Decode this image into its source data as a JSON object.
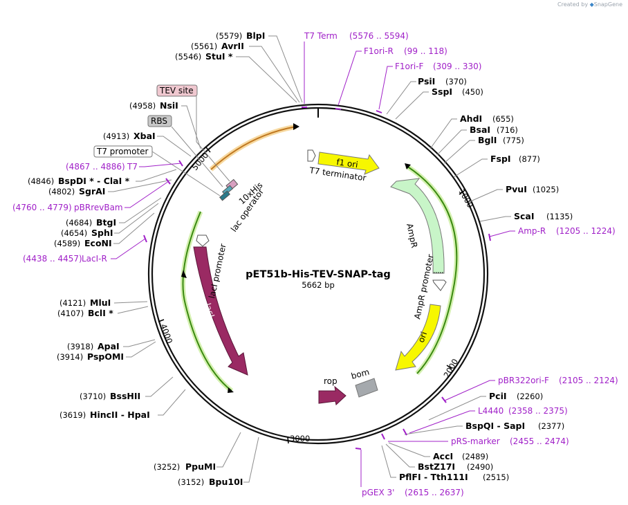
{
  "credit": {
    "prefix": "Created by",
    "brand": "SnapGene"
  },
  "plasmid": {
    "name": "pET51b-His-TEV-SNAP-tag",
    "length": "5662 bp"
  },
  "ticks": [
    "1000",
    "2000",
    "3000",
    "4000",
    "5000"
  ],
  "features": {
    "t7_terminator": "T7 terminator",
    "f1_ori": "f1 ori",
    "ampr": "AmpR",
    "ampr_promoter": "AmpR promoter",
    "ori": "ori",
    "bom": "bom",
    "rop": "rop",
    "laci": "lacI",
    "laci_promoter": "lacI promoter",
    "lac_operator": "lac operator",
    "his": "10xHis"
  },
  "boxed_features": {
    "tev": "TEV site",
    "rbs": "RBS",
    "t7_promoter": "T7 promoter"
  },
  "enzymes": [
    {
      "name": "BlpI",
      "pos": "(5579)"
    },
    {
      "name": "AvrII",
      "pos": "(5561)"
    },
    {
      "name": "StuI *",
      "pos": "(5546)"
    },
    {
      "name": "NsiI",
      "pos": "(4958)"
    },
    {
      "name": "XbaI",
      "pos": "(4913)"
    },
    {
      "name": "BspDI * - ClaI *",
      "pos": "(4846)"
    },
    {
      "name": "SgrAI",
      "pos": "(4802)"
    },
    {
      "name": "BtgI",
      "pos": "(4684)"
    },
    {
      "name": "SphI",
      "pos": "(4654)"
    },
    {
      "name": "EcoNI",
      "pos": "(4589)"
    },
    {
      "name": "MluI",
      "pos": "(4121)"
    },
    {
      "name": "BclI *",
      "pos": "(4107)"
    },
    {
      "name": "ApaI",
      "pos": "(3918)"
    },
    {
      "name": "PspOMI",
      "pos": "(3914)"
    },
    {
      "name": "BssHII",
      "pos": "(3710)"
    },
    {
      "name": "HincII - HpaI",
      "pos": "(3619)"
    },
    {
      "name": "PpuMI",
      "pos": "(3252)"
    },
    {
      "name": "Bpu10I",
      "pos": "(3152)"
    },
    {
      "name": "PsiI",
      "pos": "(370)"
    },
    {
      "name": "SspI",
      "pos": "(450)"
    },
    {
      "name": "AhdI",
      "pos": "(655)"
    },
    {
      "name": "BsaI",
      "pos": "(716)"
    },
    {
      "name": "BglI",
      "pos": "(775)"
    },
    {
      "name": "FspI",
      "pos": "(877)"
    },
    {
      "name": "PvuI",
      "pos": "(1025)"
    },
    {
      "name": "ScaI",
      "pos": "(1135)"
    },
    {
      "name": "PciI",
      "pos": "(2260)"
    },
    {
      "name": "BspQI - SapI",
      "pos": "(2377)"
    },
    {
      "name": "AccI",
      "pos": "(2489)"
    },
    {
      "name": "BstZ17I",
      "pos": "(2490)"
    },
    {
      "name": "PflFI - Tth111I",
      "pos": "(2515)"
    }
  ],
  "primers": [
    {
      "name": "T7 Term",
      "range": "(5576 .. 5594)"
    },
    {
      "name": "F1ori-R",
      "range": "(99 .. 118)"
    },
    {
      "name": "F1ori-F",
      "range": "(309 .. 330)"
    },
    {
      "name": "Amp-R",
      "range": "(1205 .. 1224)"
    },
    {
      "name": "pBR322ori-F",
      "range": "(2105 .. 2124)"
    },
    {
      "name": "L4440",
      "range": "(2358 .. 2375)"
    },
    {
      "name": "pRS-marker",
      "range": "(2455 .. 2474)"
    },
    {
      "name": "pGEX 3'",
      "range": "(2615 .. 2637)"
    },
    {
      "name": "T7",
      "range": "(4867 .. 4886)"
    },
    {
      "name": "pBRrevBam",
      "range": "(4760 .. 4779)"
    },
    {
      "name": "LacI-R",
      "range": "(4438 .. 4457)"
    }
  ],
  "colors": {
    "primer": "#a020c8",
    "laci": "#9a2a63",
    "f1ori": "#f7f700",
    "ampr": "#c8f5c8",
    "bom": "#a5a9ad",
    "orf_arrow_orange": "#f0a030",
    "orf_arrow_green": "#58c020"
  }
}
